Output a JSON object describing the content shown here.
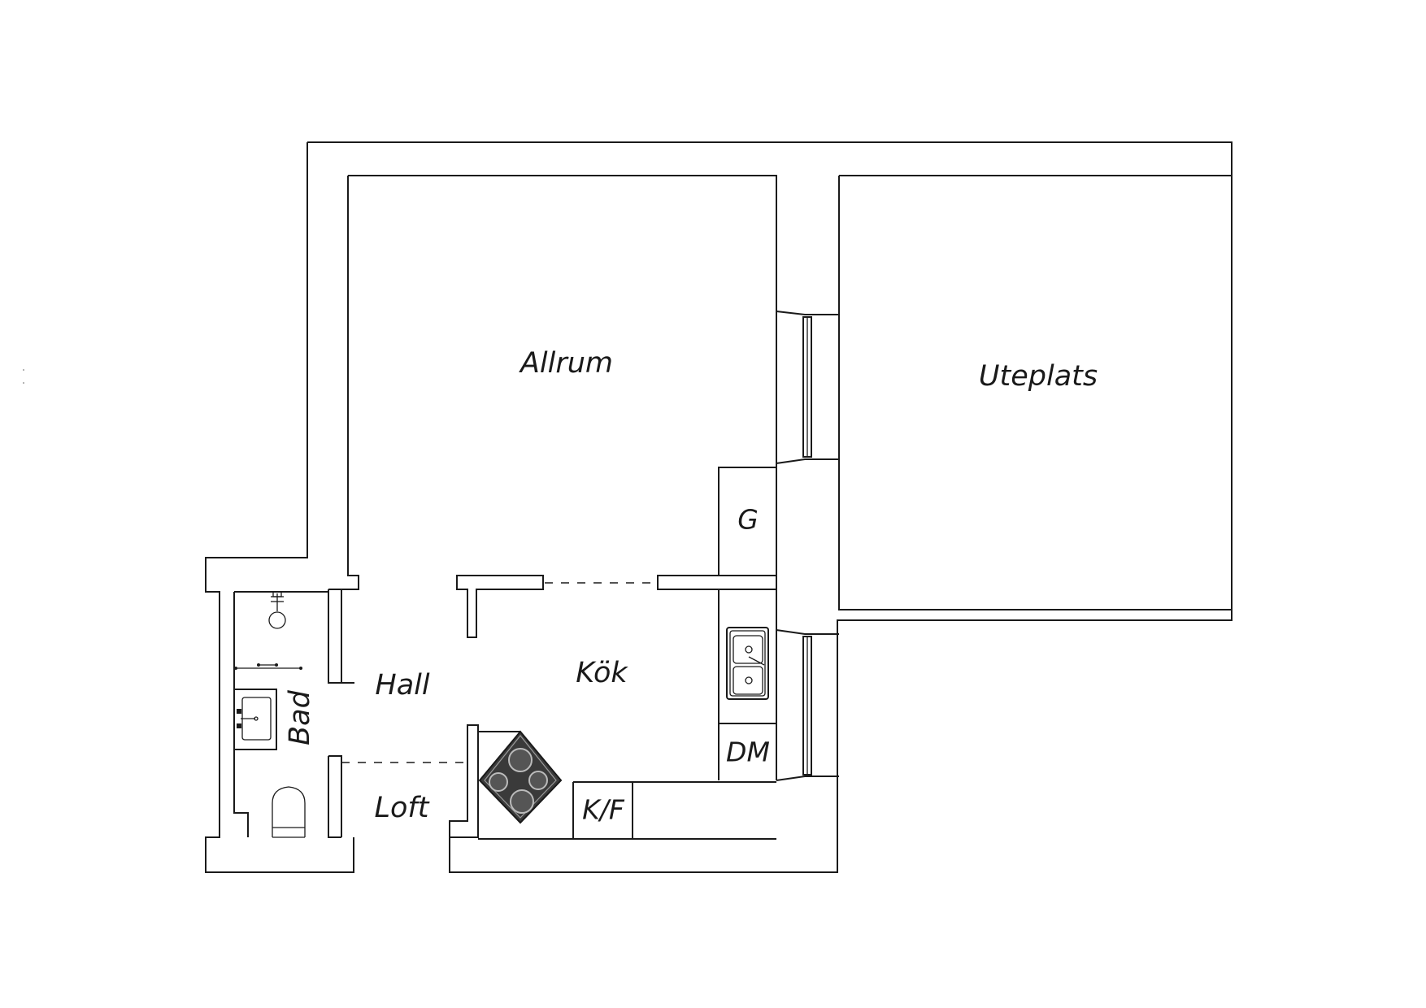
{
  "rooms": {
    "allrum": "Allrum",
    "uteplats": "Uteplats",
    "hall": "Hall",
    "kok": "Kök",
    "bad": "Bad",
    "loft": "Loft"
  },
  "fixtures": {
    "garderob": "G",
    "diskmaskin": "DM",
    "kyl_frys": "K/F"
  },
  "icons": {
    "stove": "stove-icon",
    "sink": "kitchen-sink-icon",
    "washbasin": "washbasin-icon",
    "toilet": "toilet-icon",
    "shower": "shower-icon"
  },
  "colors": {
    "line": "#1a1a1a",
    "stove_fill": "#3a3a3a",
    "background": "#ffffff"
  }
}
